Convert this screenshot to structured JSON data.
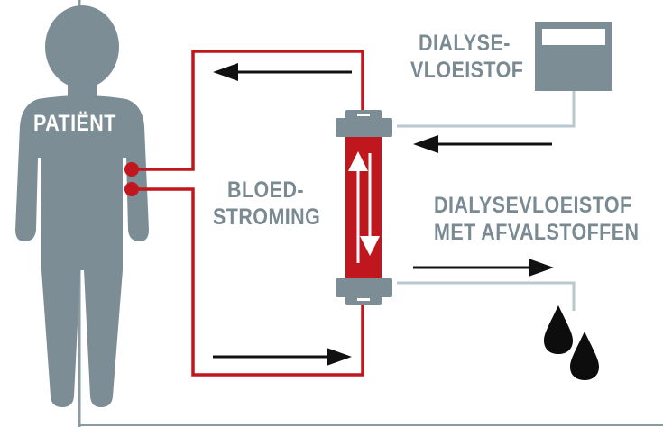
{
  "labels": {
    "patient": "PATIËNT",
    "blood_flow_line1": "BLOED-",
    "blood_flow_line2": "STROMING",
    "dialysate_line1": "DIALYSE-",
    "dialysate_line2": "VLOEISTOF",
    "waste_line1": "DIALYSEVLOEISTOF",
    "waste_line2": "MET AFVALSTOFFEN"
  },
  "colors": {
    "blood_red": "#c0161d",
    "figure_gray": "#7d8d96",
    "text_gray": "#7a8a93",
    "tube_gray": "#b9c7cf",
    "arrow_black": "#111111",
    "waste_drop": "#0d0d0d"
  },
  "icons": {
    "patient": "person-silhouette-icon",
    "dialyzer": "dialyzer-filter-icon",
    "reservoir": "dialysate-container-icon",
    "waste": "waste-drops-icon"
  }
}
